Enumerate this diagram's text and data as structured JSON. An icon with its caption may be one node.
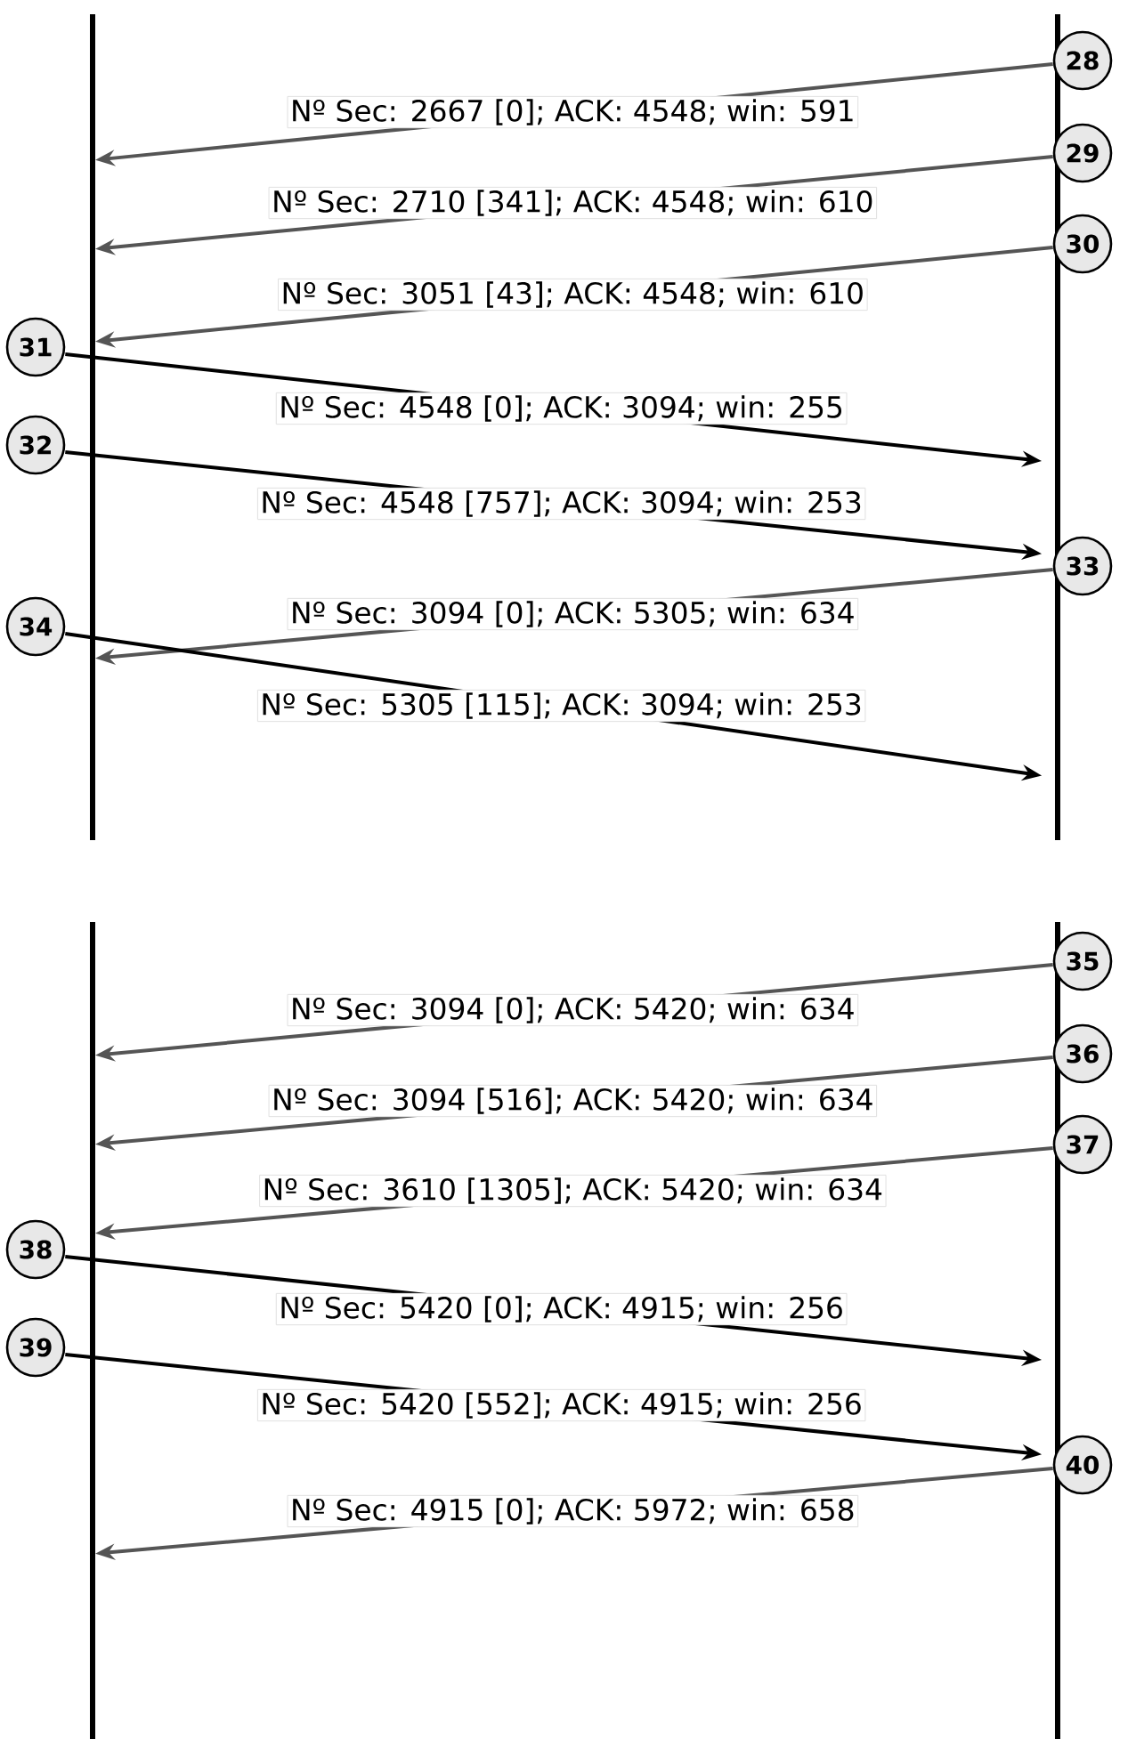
{
  "diagram": {
    "nodes": [
      {
        "text": [],
        "shape": "bar"
      },
      {
        "text": [],
        "shape": "bar"
      },
      {
        "text": [],
        "shape": "bar"
      },
      {
        "text": [],
        "shape": "bar"
      },
      {
        "text": [
          "28"
        ]
      },
      {
        "text": [
          "29"
        ]
      },
      {
        "text": [
          "30"
        ]
      },
      {
        "text": [
          "31"
        ]
      },
      {
        "text": [
          "32"
        ]
      },
      {
        "text": [
          "33"
        ]
      },
      {
        "text": [
          "34"
        ]
      },
      {
        "text": [
          "35"
        ]
      },
      {
        "text": [
          "36"
        ]
      },
      {
        "text": [
          "37"
        ]
      },
      {
        "text": [
          "38"
        ]
      },
      {
        "text": [
          "39"
        ]
      },
      {
        "text": [
          "40"
        ]
      }
    ],
    "edges": [
      {
        "from": 4,
        "to": 0,
        "arrow": "to",
        "label": "Nº Sec: 2667 [0]; ACK: 4548; win: 591"
      },
      {
        "from": 5,
        "to": 0,
        "arrow": "to",
        "label": "Nº Sec: 2710 [341]; ACK: 4548; win: 610"
      },
      {
        "from": 6,
        "to": 0,
        "arrow": "to",
        "label": "Nº Sec: 3051 [43]; ACK: 4548; win: 610"
      },
      {
        "from": 7,
        "to": 1,
        "arrow": "to",
        "label": "Nº Sec: 4548 [0]; ACK: 3094; win: 255",
        "color": "#000000"
      },
      {
        "from": 8,
        "to": 1,
        "arrow": "to",
        "label": "Nº Sec: 4548 [757]; ACK: 3094; win: 253",
        "color": "#000000"
      },
      {
        "from": 9,
        "to": 0,
        "arrow": "to",
        "label": "Nº Sec: 3094 [0]; ACK: 5305; win: 634"
      },
      {
        "from": 10,
        "to": 1,
        "arrow": "to",
        "label": "Nº Sec: 5305 [115]; ACK: 3094; win: 253",
        "color": "#000000"
      },
      {
        "from": 11,
        "to": 2,
        "arrow": "to",
        "label": "Nº Sec: 3094 [0]; ACK: 5420; win: 634"
      },
      {
        "from": 12,
        "to": 2,
        "arrow": "to",
        "label": "Nº Sec: 3094 [516]; ACK: 5420; win: 634"
      },
      {
        "from": 13,
        "to": 2,
        "arrow": "to",
        "label": "Nº Sec: 3610 [1305]; ACK: 5420; win: 634"
      },
      {
        "from": 14,
        "to": 3,
        "arrow": "to",
        "label": "Nº Sec: 5420 [0]; ACK: 4915; win: 256",
        "color": "#000000"
      },
      {
        "from": 15,
        "to": 3,
        "arrow": "to",
        "label": "Nº Sec: 5420 [552]; ACK: 4915; win: 256",
        "color": "#000000"
      },
      {
        "from": 16,
        "to": 2,
        "arrow": "to",
        "label": "Nº Sec: 4915 [0]; ACK: 5972; win: 658"
      }
    ]
  }
}
